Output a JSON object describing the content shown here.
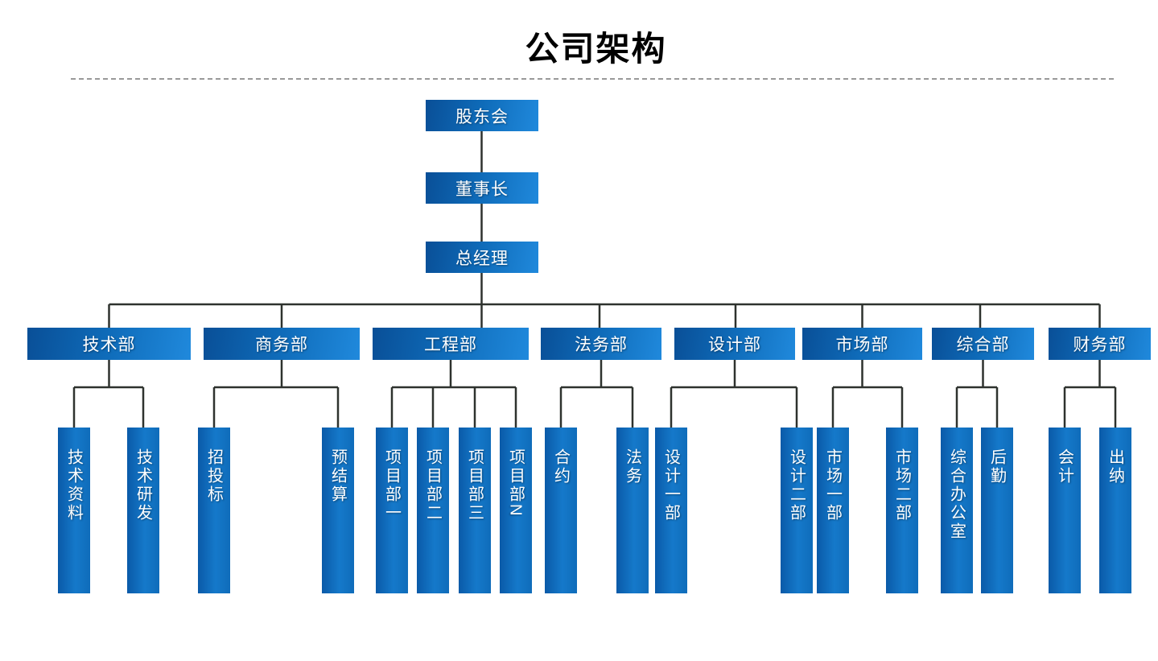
{
  "title": "公司架构",
  "org": {
    "top_chain": [
      {
        "label": "股东会"
      },
      {
        "label": "董事长"
      },
      {
        "label": "总经理"
      }
    ],
    "departments": [
      {
        "label": "技术部",
        "children": [
          "技术资料",
          "技术研发"
        ]
      },
      {
        "label": "商务部",
        "children": [
          "招投标",
          "预结算"
        ]
      },
      {
        "label": "工程部",
        "children": [
          "项目部一",
          "项目部二",
          "项目部三",
          "项目部N"
        ]
      },
      {
        "label": "法务部",
        "children": [
          "合约",
          "法务"
        ]
      },
      {
        "label": "设计部",
        "children": [
          "设计一部",
          "设计二部"
        ]
      },
      {
        "label": "市场部",
        "children": [
          "市场一部",
          "市场二部"
        ]
      },
      {
        "label": "综合部",
        "children": [
          "综合办公室",
          "后勤"
        ]
      },
      {
        "label": "财务部",
        "children": [
          "会计",
          "出纳"
        ]
      }
    ]
  },
  "colors": {
    "box_gradient_dark": "#094f97",
    "box_gradient_light": "#2089dc",
    "box_text": "#ffffff",
    "connector_line": "#2e322e",
    "divider_dash": "#999999",
    "title_text": "#000000"
  }
}
